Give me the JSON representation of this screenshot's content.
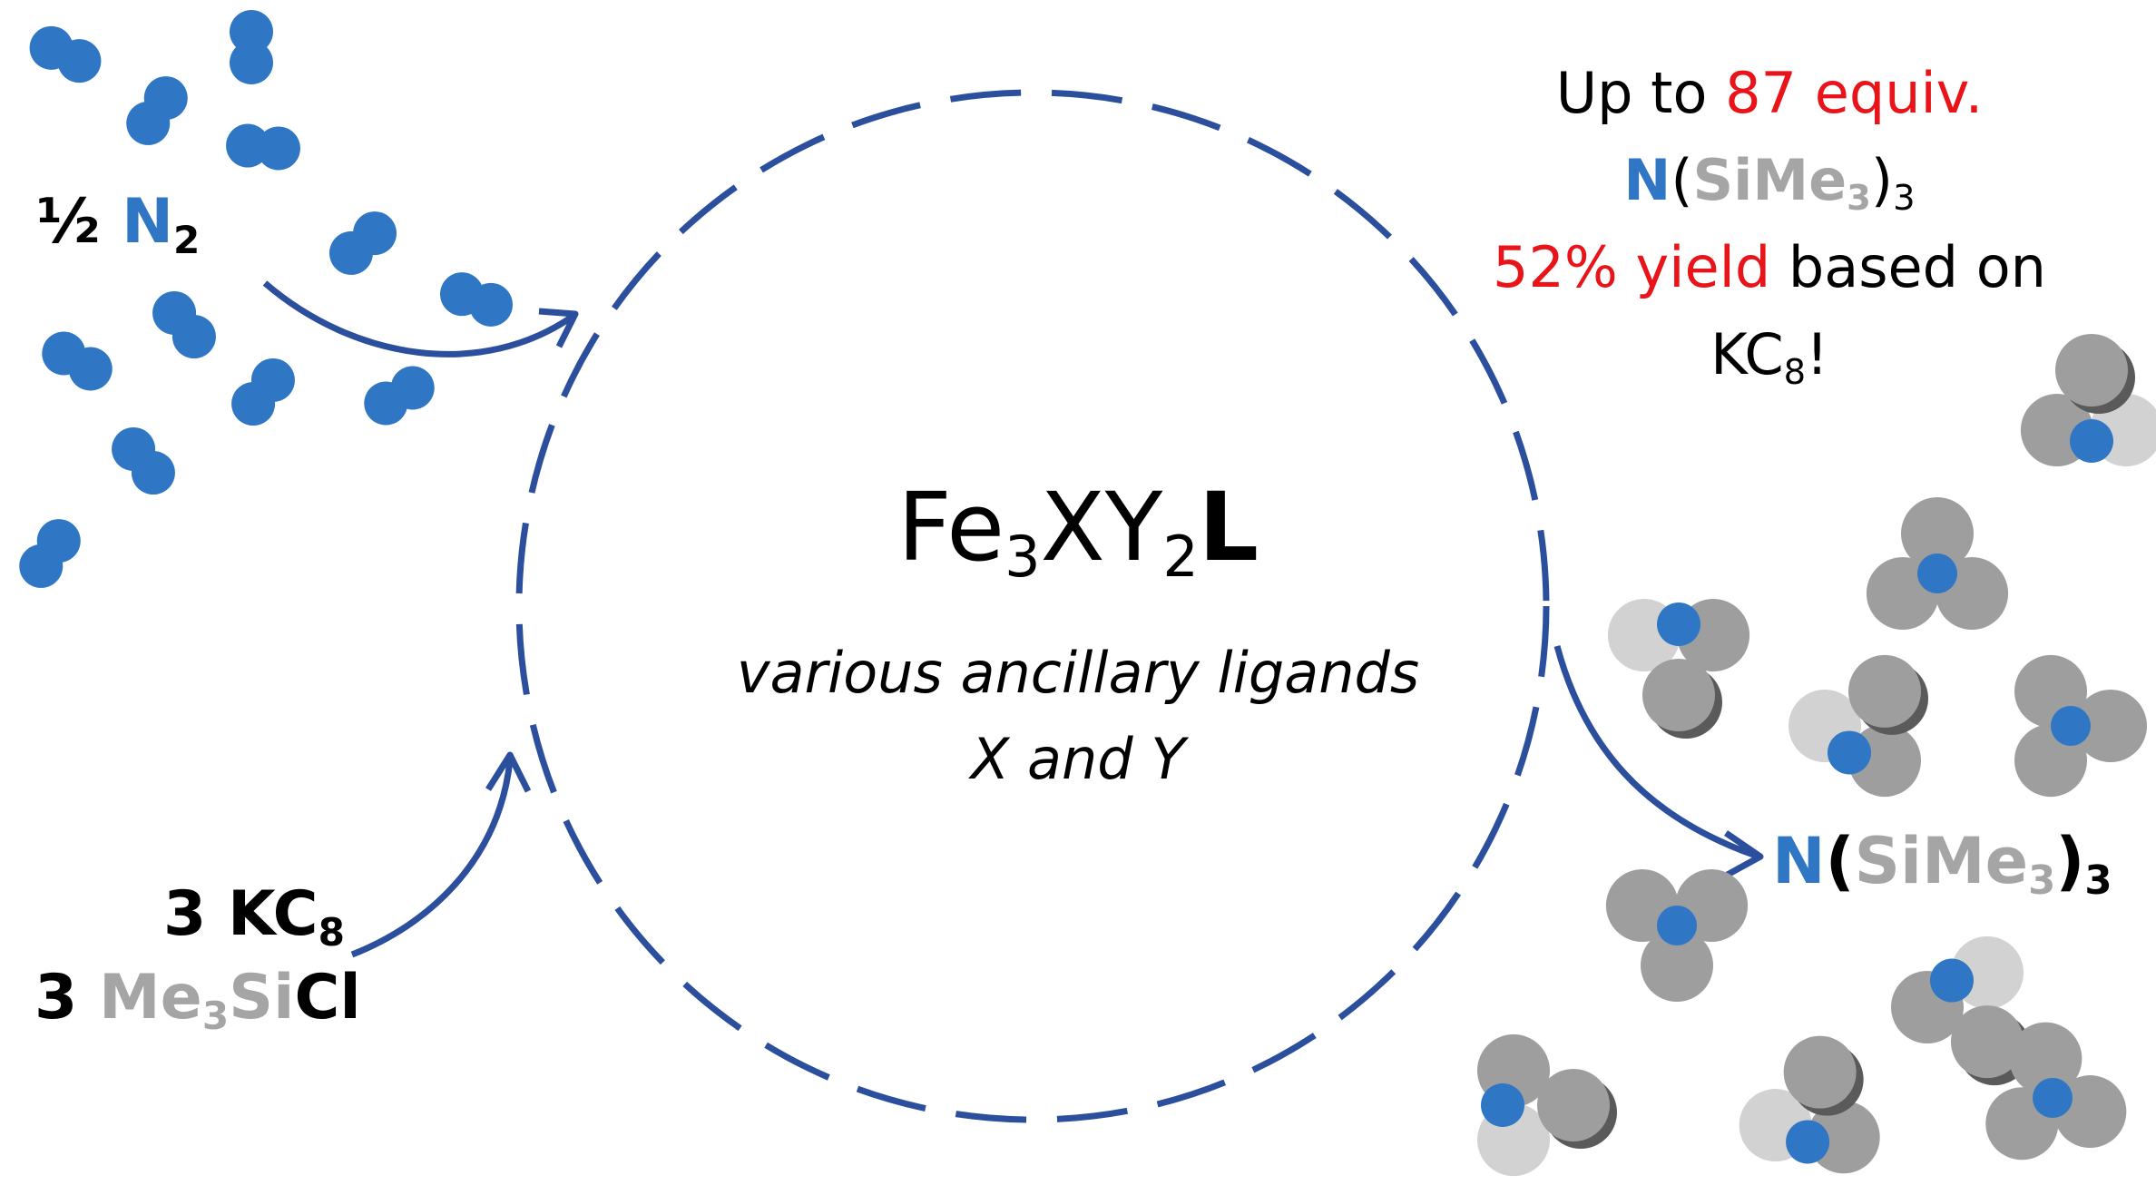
{
  "center": {
    "formula_parts": [
      "Fe",
      "3",
      "XY",
      "2",
      "L"
    ],
    "line1": "various ancillary ligands",
    "line2": "X and Y"
  },
  "reagent_n2": {
    "coefficient": "½",
    "element": "N",
    "subscript": "2"
  },
  "reagent_kc8": {
    "coefficient": "3",
    "formula": "KC",
    "subscript": "8"
  },
  "reagent_me3sicl": {
    "coefficient": "3",
    "group": "Me",
    "group_sub": "3",
    "group_tail": "Si",
    "halide": "Cl"
  },
  "yield_text": {
    "line1_prefix": "Up to",
    "line1_highlight": "87 equiv.",
    "line2_n": "N",
    "line2_open": "(",
    "line2_group": "SiMe",
    "line2_group_sub": "3",
    "line2_close": ")",
    "line2_sub": "3",
    "line3_highlight": "52% yield",
    "line3_suffix": "based on",
    "line4_formula": "KC",
    "line4_sub": "8",
    "line4_tail": "!"
  },
  "product": {
    "n": "N",
    "open": "(",
    "group": "SiMe",
    "group_sub": "3",
    "close": ")",
    "sub": "3"
  },
  "colors": {
    "nitrogen_blue": "#2f76c4",
    "arrow_blue": "#2b4f9c",
    "highlight_red": "#e8141a",
    "silyl_grey": "#a5a5a5",
    "molecule_grey": "#9e9e9e",
    "molecule_light": "#d2d2d2",
    "molecule_dark": "#5a5a5a"
  },
  "icons": [
    "n2-molecule-icon",
    "nsime3-molecule-icon",
    "dashed-catalytic-cycle",
    "arrow-icon"
  ]
}
